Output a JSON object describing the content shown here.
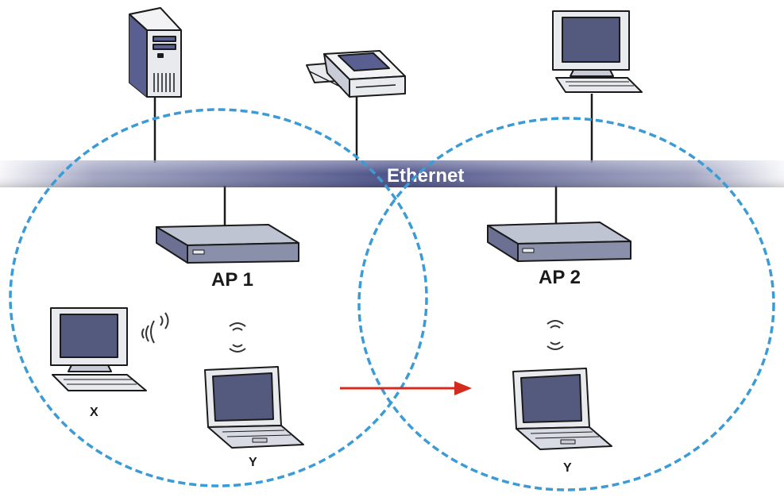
{
  "network": {
    "backbone_label": "Ethernet",
    "access_points": [
      {
        "label": "AP 1"
      },
      {
        "label": "AP 2"
      }
    ],
    "clients": {
      "desktop_x": "X",
      "laptop_y_ap1": "Y",
      "laptop_y_ap2": "Y"
    }
  },
  "colors": {
    "ethernet_band": "#5a5f92",
    "coverage_circle": "#3b9bd6",
    "roaming_arrow": "#d42b1e",
    "device_body": "#e9eaee",
    "device_outline": "#1b1b1b",
    "screen": "#545a7e"
  }
}
